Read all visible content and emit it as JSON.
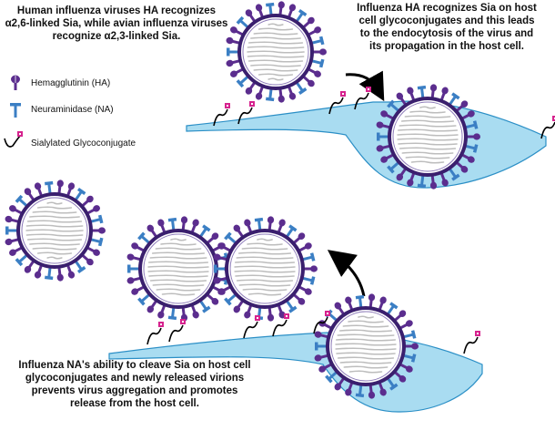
{
  "captions": {
    "top_left": [
      "Human influenza viruses HA recognizes",
      "α2,6-linked Sia, while avian influenza viruses",
      "recognize α2,3-linked Sia."
    ],
    "top_right": [
      "Influenza HA recognizes Sia on host",
      "cell glycoconjugates and this leads",
      "to the endocytosis of the virus and",
      "its propagation in the host cell."
    ],
    "bottom_left": [
      "Influenza NA's ability to cleave Sia on host cell",
      "glycoconjugates and newly released virions",
      "prevents virus aggregation and promotes",
      "release from the host cell."
    ]
  },
  "legend": {
    "items": [
      {
        "label": "Hemagglutinin (HA)",
        "icon": "hemagglutinin-icon"
      },
      {
        "label": "Neuraminidase (NA)",
        "icon": "neuraminidase-icon"
      },
      {
        "label": "Sialylated Glycoconjugate",
        "icon": "sialylated-glycoconjugate-icon"
      }
    ]
  },
  "colors": {
    "hemagglutinin": "#5b2d8e",
    "neuraminidase": "#3b7fc4",
    "membrane": "#a9dcf1",
    "membrane_edge": "#2b8fc6",
    "sialic_acid": "#d6238e",
    "virus_ring": "#3a1f6e",
    "arrow": "#000000"
  }
}
